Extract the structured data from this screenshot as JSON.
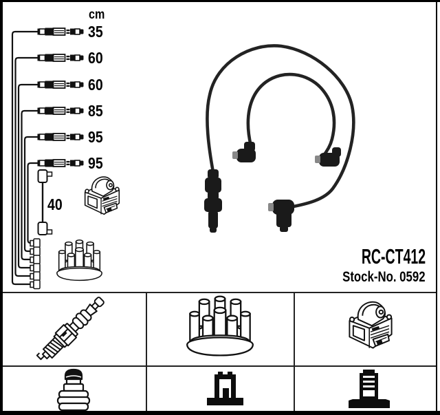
{
  "product": {
    "part_number": "RC-CT412",
    "stock_label": "Stock-No. 0592"
  },
  "measurements": {
    "unit_header": "cm",
    "wire_lengths_cm": [
      "35",
      "60",
      "60",
      "85",
      "95",
      "95"
    ],
    "coil_wire_length_cm": "40"
  },
  "colors": {
    "background": "#ffffff",
    "line_art": "#111111",
    "cable_photo_dark": "#1e1e1e",
    "frame": "#000000"
  },
  "icons": {
    "upper_section": [
      "wire-set-diagram",
      "coil-wire",
      "ignition-coil",
      "distributor-cap",
      "ignition-cable-photo"
    ],
    "grid_row1": [
      "spark-plug",
      "distributor-cap",
      "ignition-coil"
    ],
    "grid_row2": [
      "spark-plug-terminal",
      "distributor-terminal",
      "coil-terminal"
    ]
  }
}
